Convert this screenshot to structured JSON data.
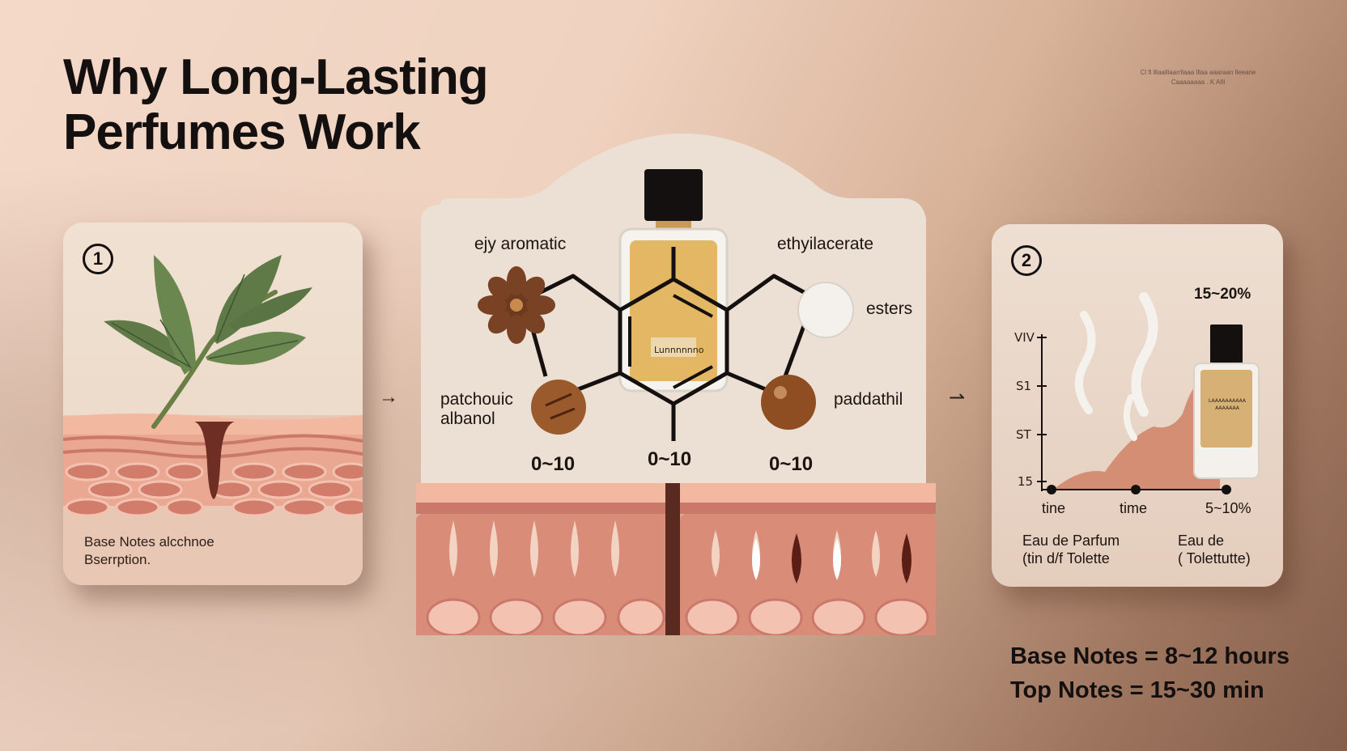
{
  "title": {
    "line1": "Why Long-Lasting",
    "line2": "Perfumes Work"
  },
  "corner_caption": {
    "line1": "Cl fl lllaalllaarrllaaa lllaa aaaraan lleeane",
    "line2": "Caaaaaaaa . K AIll"
  },
  "step1": {
    "badge": "1",
    "caption_line1": "Base Notes alcchnoe",
    "caption_line2": "Bserrption."
  },
  "arrows": {
    "left": "→",
    "right": "⇀"
  },
  "center": {
    "bottle_label": "Lunnnnnno",
    "labels": {
      "top_left": "ejy aromatic",
      "top_right": "ethyilacerate",
      "mid_right": "esters",
      "left_line1": "patchouic",
      "left_line2": "albanol",
      "right": "paddathil"
    },
    "ranges": [
      "0~10",
      "0~10",
      "0~10"
    ]
  },
  "step2": {
    "badge": "2",
    "percent_top": "15~20%",
    "y_ticks": [
      "VIV",
      "S1",
      "ST",
      "15"
    ],
    "x_labels": [
      "tine",
      "time",
      "5~10%"
    ],
    "bottle_label_line1": "LAAAAAAAAAA",
    "bottle_label_line2": "AAAAAAA",
    "edp_line1": "Eau de Parfum",
    "edp_line2": "(tin d/f Tolette",
    "edt_line1": "Eau de",
    "edt_line2": "( Tolettutte)"
  },
  "summary": {
    "line1": "Base Notes = 8~12 hours",
    "line2": "Top Notes = 15~30 min"
  },
  "colors": {
    "skin_light": "#f2b9a0",
    "skin_mid": "#d98d79",
    "skin_dark": "#b86a59",
    "leaf": "#5f7a47",
    "perfume": "#e3b764",
    "ink": "#151010"
  }
}
